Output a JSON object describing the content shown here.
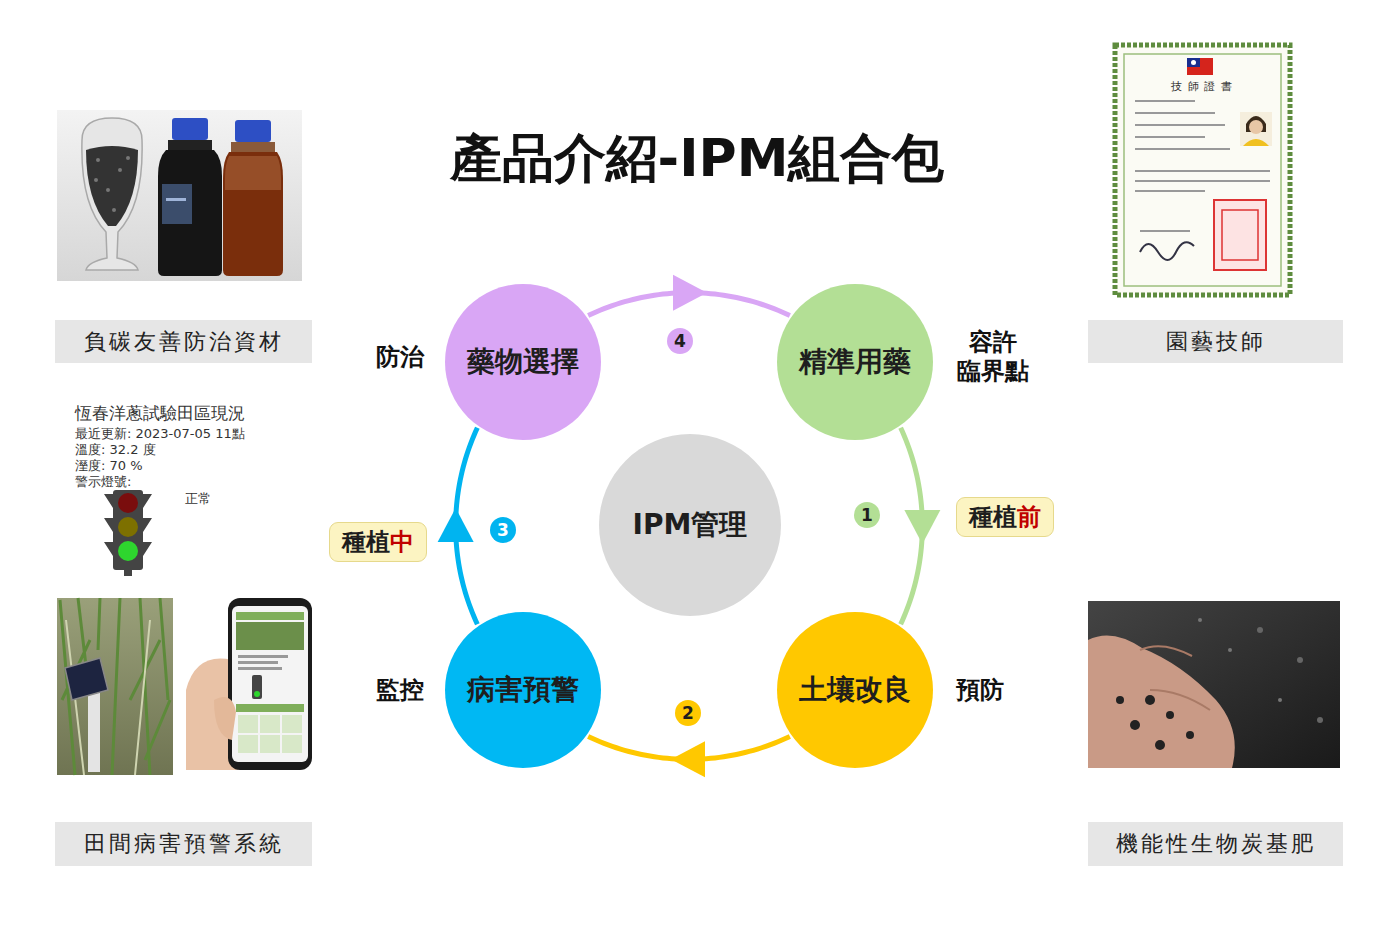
{
  "diagram": {
    "title": "產品介紹-IPM組合包",
    "nodes": [
      {
        "text": [
          "負碳友善防治資材"
        ]
      },
      {
        "text": [
          "園藝技師"
        ]
      },
      {
        "text": [
          "藥物選擇"
        ]
      },
      {
        "text": [
          "精準用藥"
        ]
      },
      {
        "text": [
          "IPM管理"
        ]
      },
      {
        "text": [
          "種植",
          "前"
        ]
      },
      {
        "text": [
          "種植",
          "中"
        ]
      },
      {
        "text": [
          "病害預警"
        ]
      },
      {
        "text": [
          "土壤改良"
        ]
      },
      {
        "text": [
          "田間病害預警系統"
        ]
      },
      {
        "text": [
          "機能性生物炭基肥"
        ]
      }
    ],
    "edges": [
      {
        "from": 3,
        "to": 8,
        "arrow": "to"
      },
      {
        "from": 8,
        "to": 7,
        "arrow": "to"
      },
      {
        "from": 7,
        "to": 2,
        "arrow": "to"
      },
      {
        "from": 2,
        "to": 3,
        "arrow": "to"
      }
    ],
    "labels": [
      "防治",
      "4",
      "容許 臨界點",
      "1",
      "3",
      "監控",
      "預防",
      "2",
      "恆春洋蔥試驗田區現況",
      "最近更新: 2023-07-05 11點",
      "溫度: 32.2 度",
      "溼度: 70 %",
      "警示燈號:",
      "正常",
      "技 師 證 書"
    ]
  }
}
